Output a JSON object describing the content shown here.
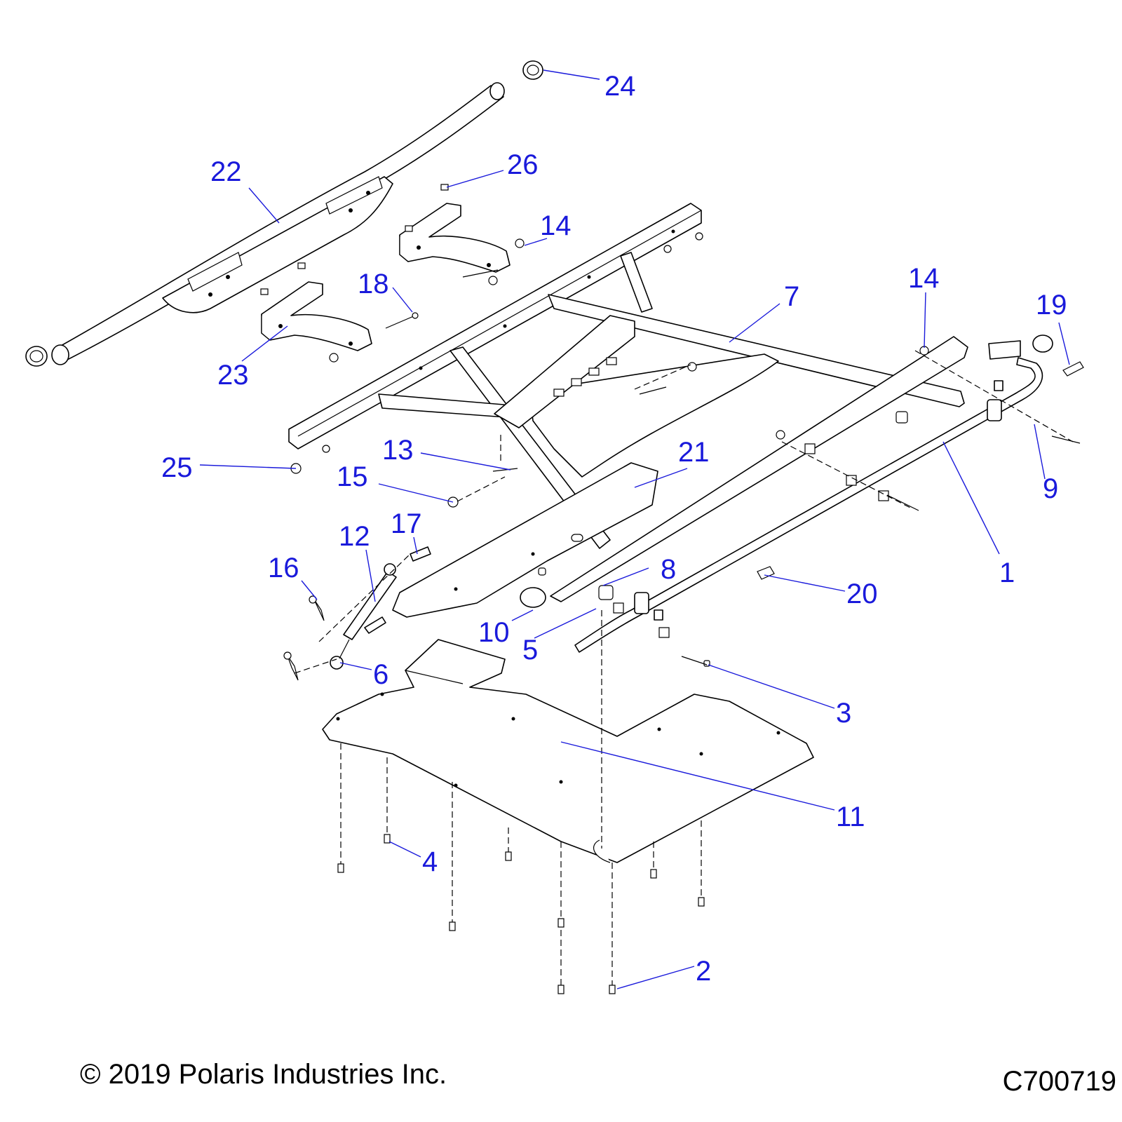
{
  "callouts": {
    "c1": "1",
    "c2": "2",
    "c3": "3",
    "c4": "4",
    "c5": "5",
    "c6": "6",
    "c7": "7",
    "c8": "8",
    "c9": "9",
    "c10": "10",
    "c11": "11",
    "c12": "12",
    "c13": "13",
    "c14a": "14",
    "c14b": "14",
    "c15": "15",
    "c16": "16",
    "c17": "17",
    "c18": "18",
    "c19": "19",
    "c20": "20",
    "c21": "21",
    "c22": "22",
    "c23": "23",
    "c24": "24",
    "c25": "25",
    "c26": "26"
  },
  "footer": {
    "copyright": "© 2019 Polaris Industries Inc.",
    "diagram_code": "C700719"
  },
  "colors": {
    "callout": "#1a1adb",
    "linework": "#000000",
    "background": "#ffffff"
  }
}
